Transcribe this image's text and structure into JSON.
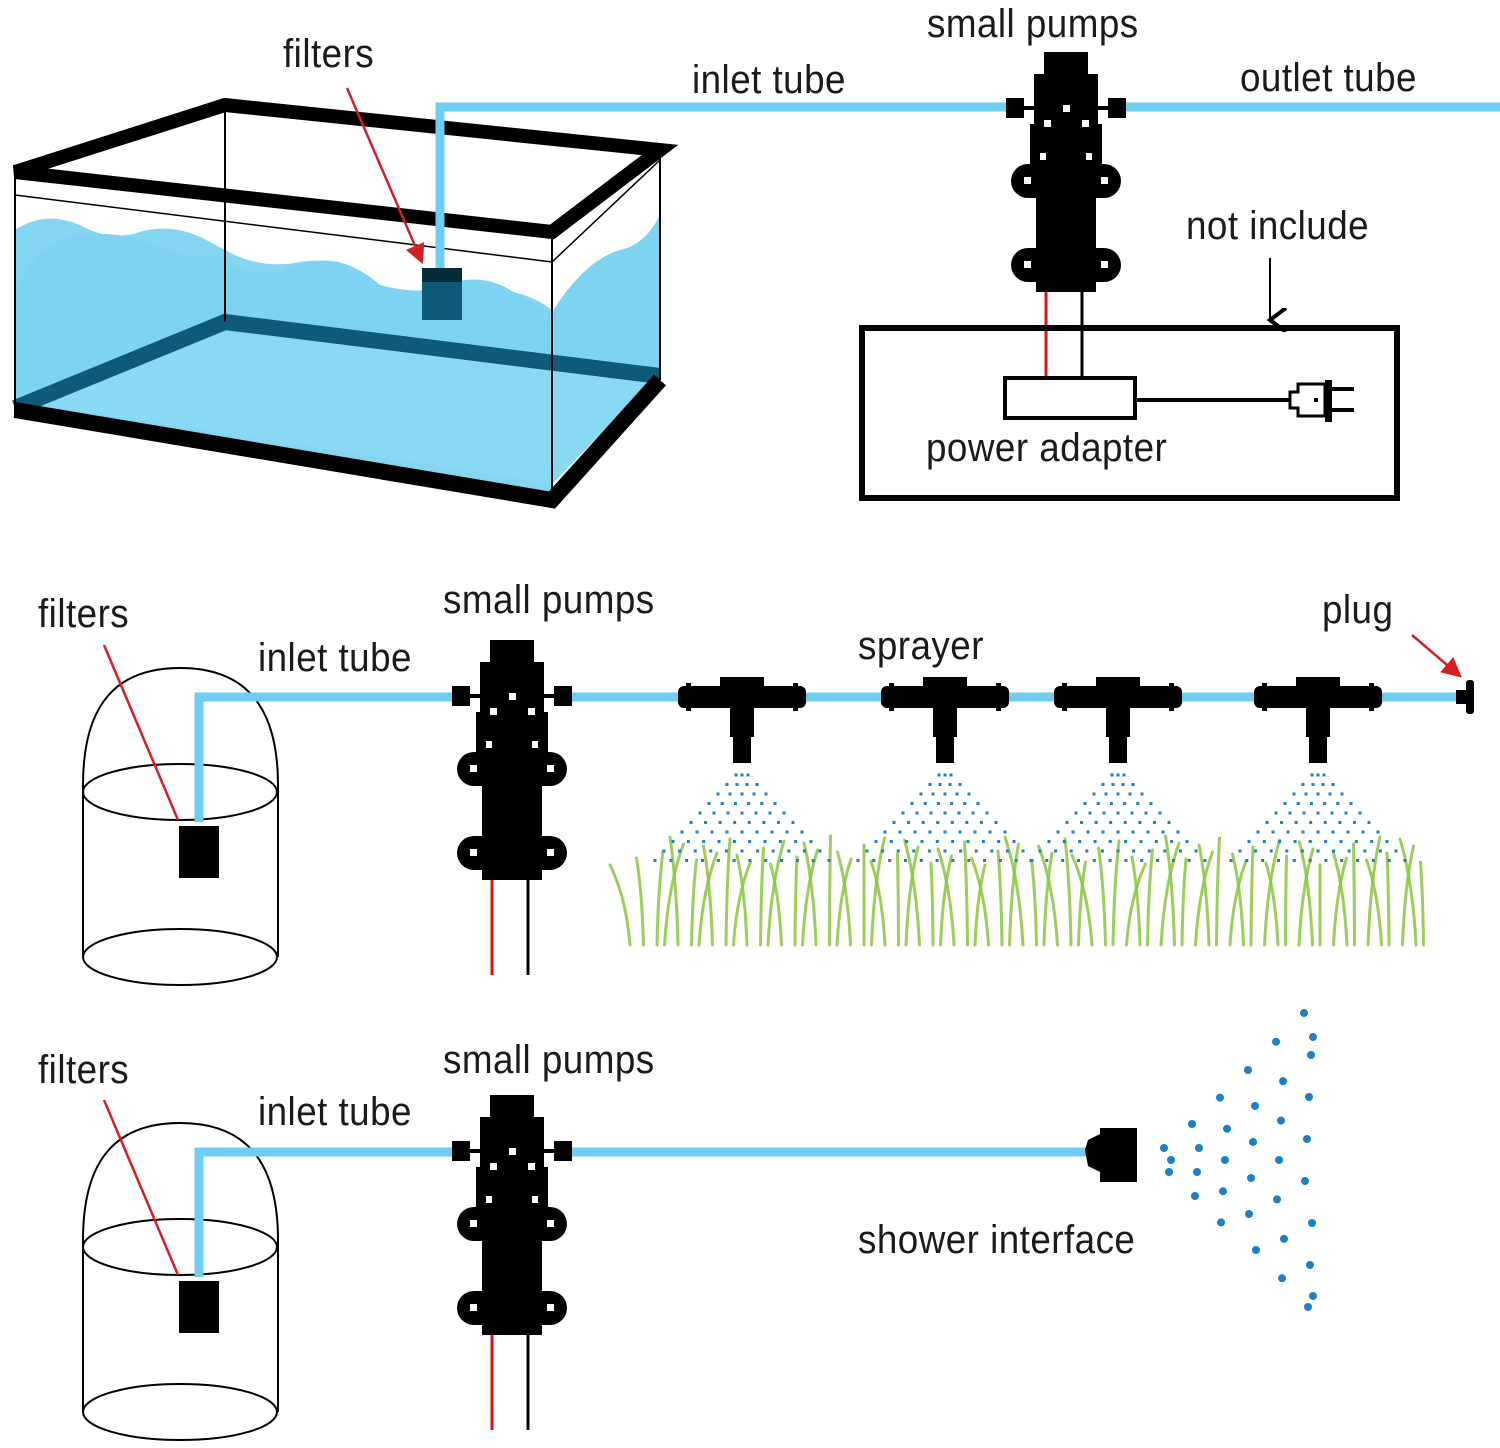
{
  "colors": {
    "water": "#7dd3f0",
    "tube": "#6ecdf0",
    "filter_tank": "#0d5b78",
    "frame": "#000000",
    "red_wire": "#e01010",
    "spray_dot": "#1e7fc4",
    "grass": "#8cc63f",
    "pointer": "#d42020"
  },
  "panel1": {
    "filters": "filters",
    "inlet_tube": "inlet tube",
    "small_pumps": "small pumps",
    "outlet_tube": "outlet tube",
    "not_include": "not include",
    "power_adapter": "power adapter"
  },
  "panel2": {
    "filters": "filters",
    "inlet_tube": "inlet tube",
    "small_pumps": "small pumps",
    "sprayer": "sprayer",
    "plug": "plug",
    "sprayer_count": 4
  },
  "panel3": {
    "filters": "filters",
    "inlet_tube": "inlet tube",
    "small_pumps": "small pumps",
    "shower_interface": "shower interface"
  }
}
